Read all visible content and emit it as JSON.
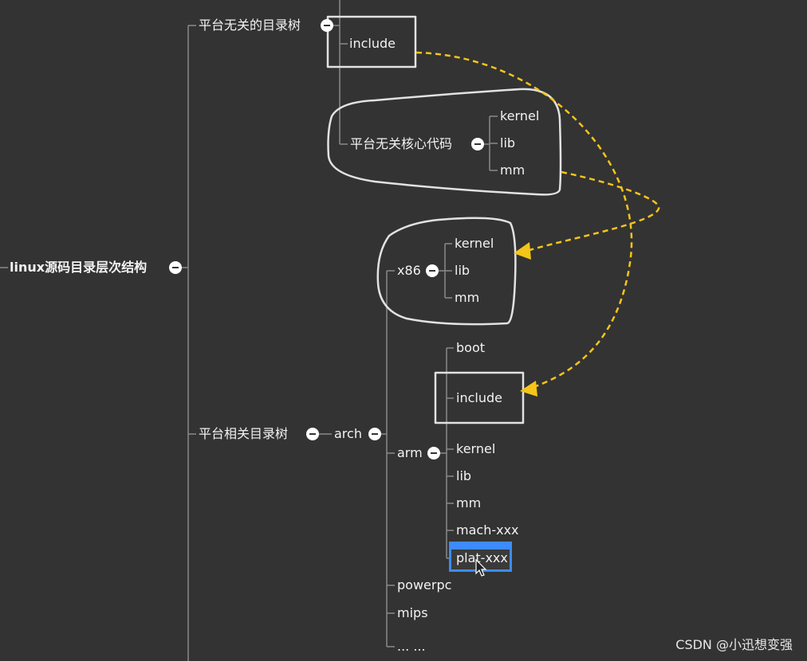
{
  "root": {
    "label": "linux源码目录层次结构"
  },
  "independent": {
    "label": "平台无关的目录树",
    "include": "include",
    "core": {
      "label": "平台无关核心代码",
      "children": [
        "kernel",
        "lib",
        "mm"
      ]
    }
  },
  "dependent": {
    "label": "平台相关目录树",
    "arch": {
      "label": "arch",
      "x86": {
        "label": "x86",
        "children": [
          "kernel",
          "lib",
          "mm"
        ]
      },
      "arm": {
        "label": "arm",
        "children": [
          "boot",
          "include",
          "kernel",
          "lib",
          "mm",
          "mach-xxx",
          "plat-xxx"
        ]
      },
      "others": [
        "powerpc",
        "mips",
        "... ..."
      ]
    }
  },
  "watermark": "CSDN @小迅想变强",
  "colors": {
    "background": "#333333",
    "annotation_arrow": "#f5c518",
    "highlight": "#e0e0e0",
    "selection": "#3d8bff"
  }
}
